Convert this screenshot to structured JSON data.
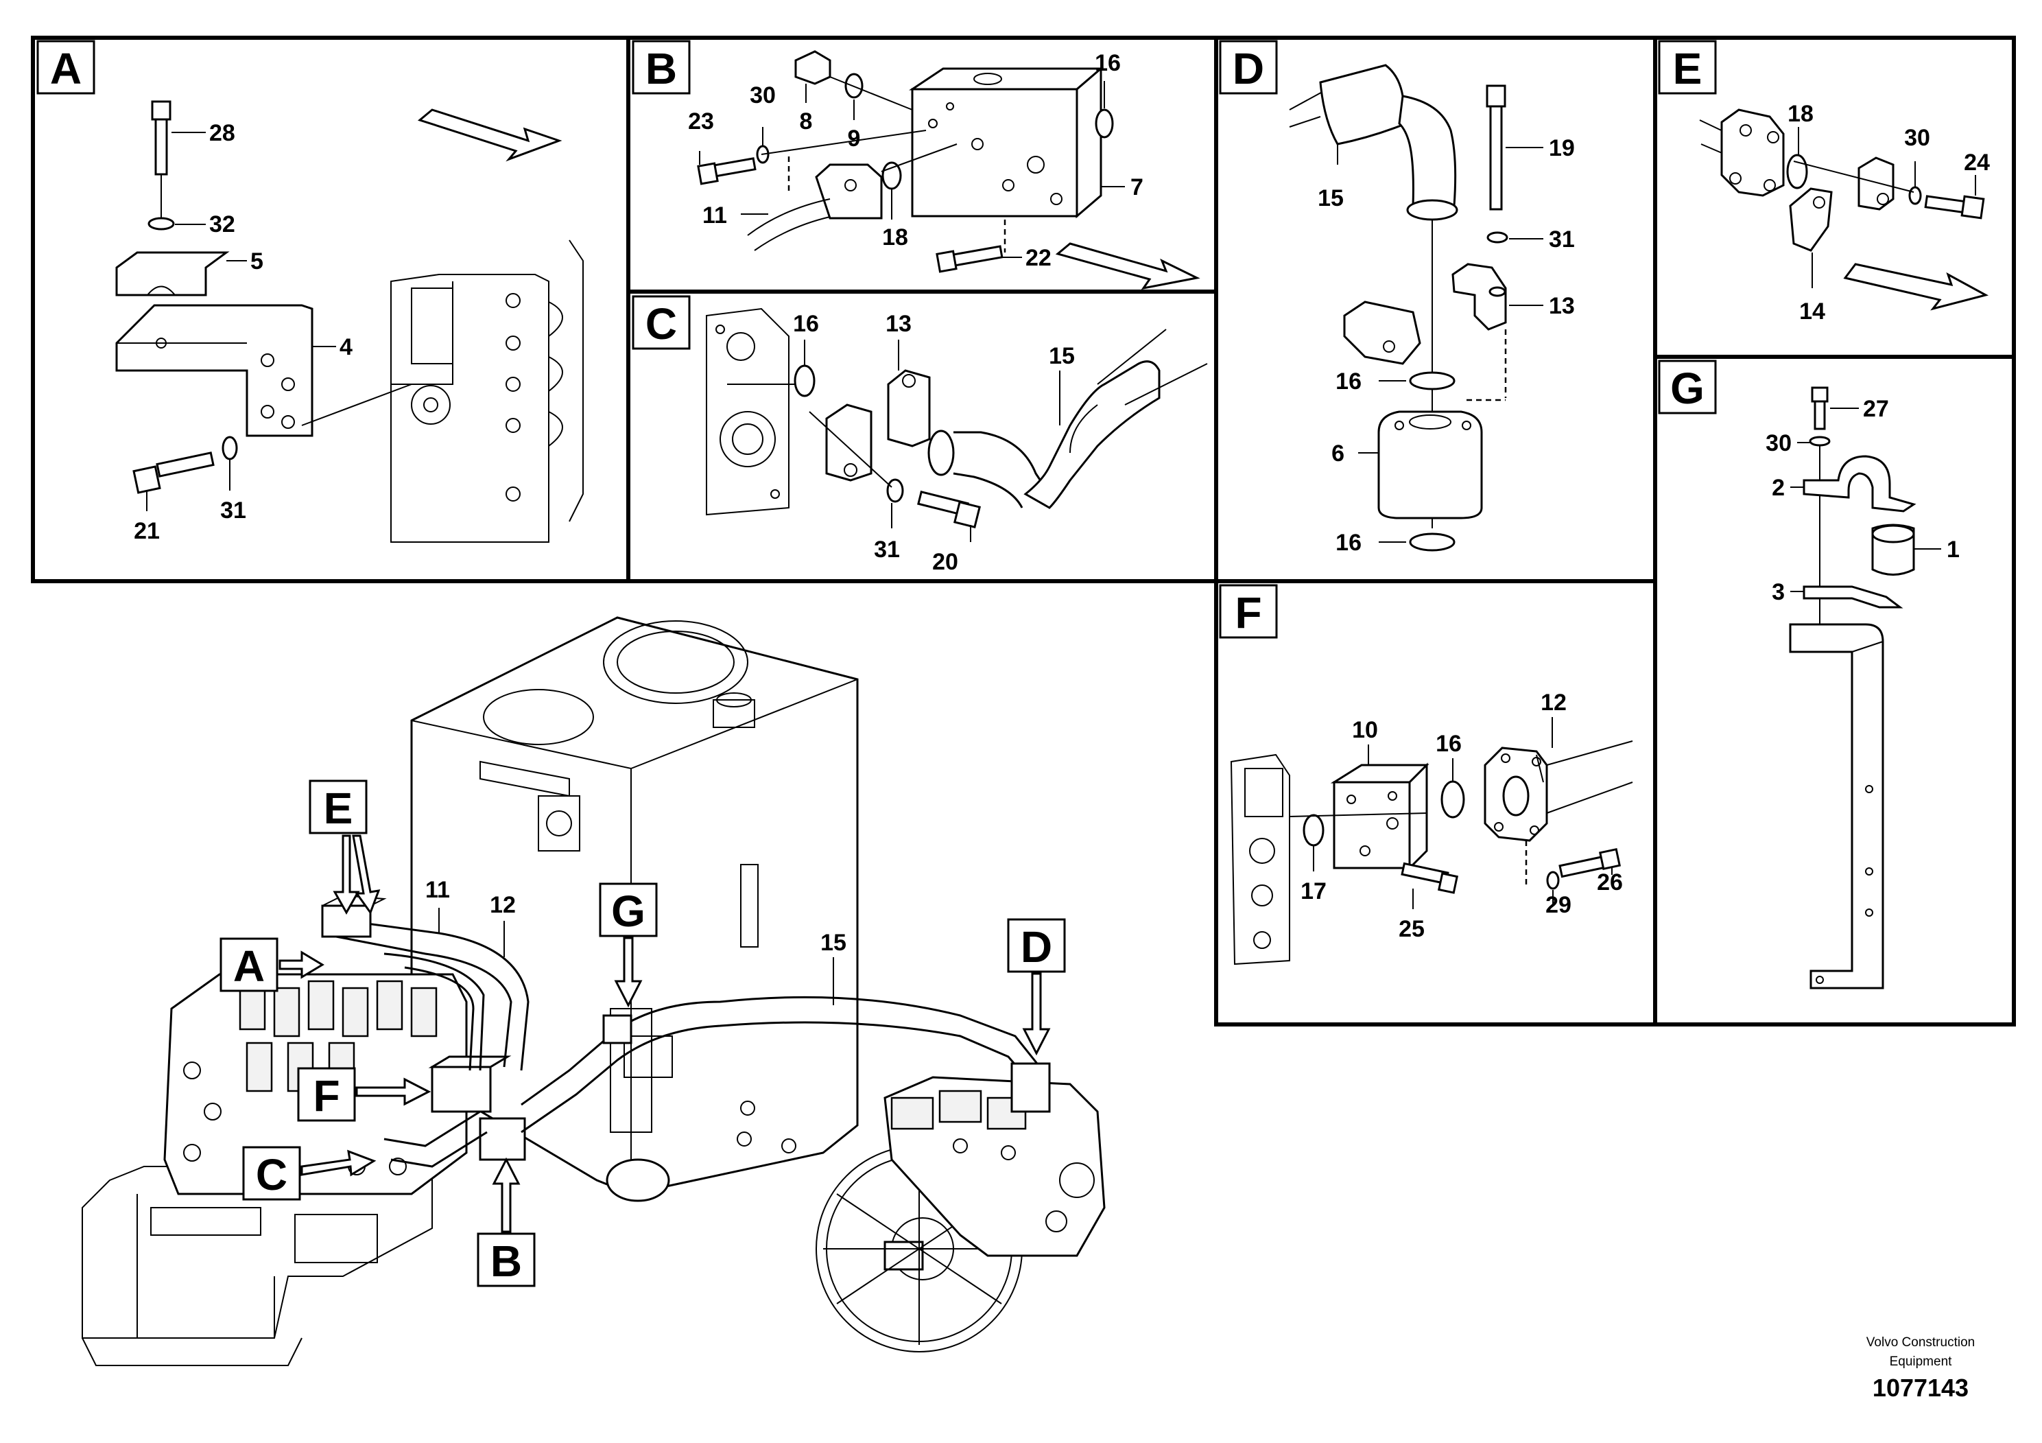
{
  "panels": [
    {
      "letter": "A",
      "numbers": [
        "28",
        "32",
        "5",
        "4",
        "21",
        "31"
      ]
    },
    {
      "letter": "B",
      "numbers": [
        "30",
        "8",
        "23",
        "9",
        "16",
        "7",
        "11",
        "18",
        "22"
      ]
    },
    {
      "letter": "C",
      "numbers": [
        "16",
        "13",
        "15",
        "31",
        "20"
      ]
    },
    {
      "letter": "D",
      "numbers": [
        "15",
        "19",
        "31",
        "13",
        "16",
        "6",
        "16"
      ]
    },
    {
      "letter": "E",
      "numbers": [
        "18",
        "30",
        "24",
        "14"
      ]
    },
    {
      "letter": "F",
      "numbers": [
        "12",
        "10",
        "16",
        "17",
        "25",
        "29",
        "26"
      ]
    },
    {
      "letter": "G",
      "numbers": [
        "27",
        "30",
        "2",
        "1",
        "3"
      ]
    }
  ],
  "overview": {
    "callouts": [
      "E",
      "A",
      "F",
      "C",
      "B",
      "G",
      "D"
    ],
    "numbers": [
      "11",
      "12",
      "15"
    ]
  },
  "footer": {
    "credit_line1": "Volvo Construction",
    "credit_line2": "Equipment",
    "doc_number": "1077143"
  }
}
